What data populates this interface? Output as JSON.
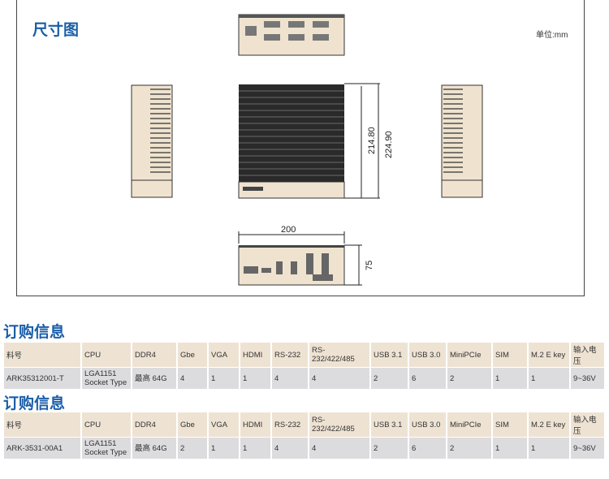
{
  "dimensions": {
    "title": "尺寸图",
    "unit": "单位:mm",
    "height_inner": "214.80",
    "height_outer": "224.90",
    "width": "200",
    "depth": "75"
  },
  "tables": [
    {
      "title": "订购信息",
      "headers": [
        "料号",
        "CPU",
        "DDR4",
        "Gbe",
        "VGA",
        "HDMI",
        "RS-232",
        "RS-232/422/485",
        "USB 3.1",
        "USB 3.0",
        "MiniPCIe",
        "SIM",
        "M.2 E key",
        "输入电压"
      ],
      "row": [
        "ARK35312001-T",
        "LGA1151 Socket Type",
        "最高 64G",
        "4",
        "1",
        "1",
        "4",
        "4",
        "2",
        "6",
        "2",
        "1",
        "1",
        "9~36V"
      ]
    },
    {
      "title": "订购信息",
      "headers": [
        "料号",
        "CPU",
        "DDR4",
        "Gbe",
        "VGA",
        "HDMI",
        "RS-232",
        "RS-232/422/485",
        "USB 3.1",
        "USB 3.0",
        "MiniPCIe",
        "SIM",
        "M.2 E key",
        "输入电压"
      ],
      "row": [
        "ARK-3531-00A1",
        "LGA1151 Socket Type",
        "最高 64G",
        "2",
        "1",
        "1",
        "4",
        "4",
        "2",
        "6",
        "2",
        "1",
        "1",
        "9~36V"
      ]
    }
  ]
}
